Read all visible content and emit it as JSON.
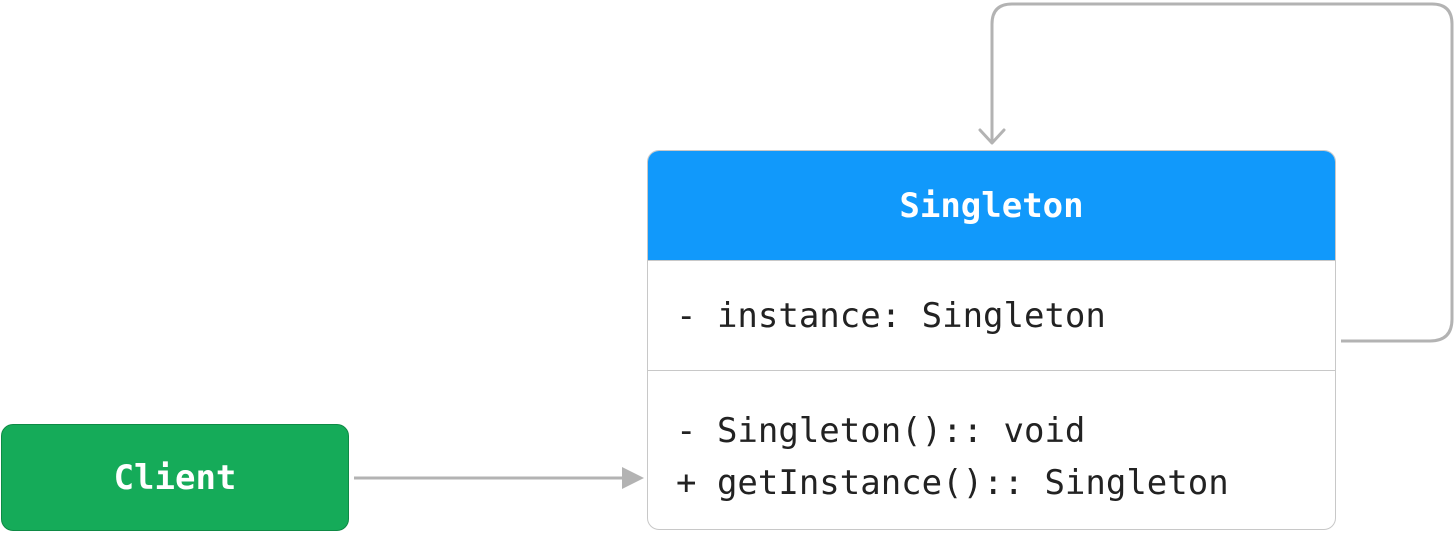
{
  "singleton_class": {
    "name": "Singleton",
    "attributes": [
      "- instance: Singleton"
    ],
    "methods": [
      "- Singleton():: void",
      "+ getInstance():: Singleton"
    ],
    "header_color": "#1199fb"
  },
  "client": {
    "label": "Client",
    "color": "#15ab59"
  },
  "connector_color": "#b3b3b3"
}
